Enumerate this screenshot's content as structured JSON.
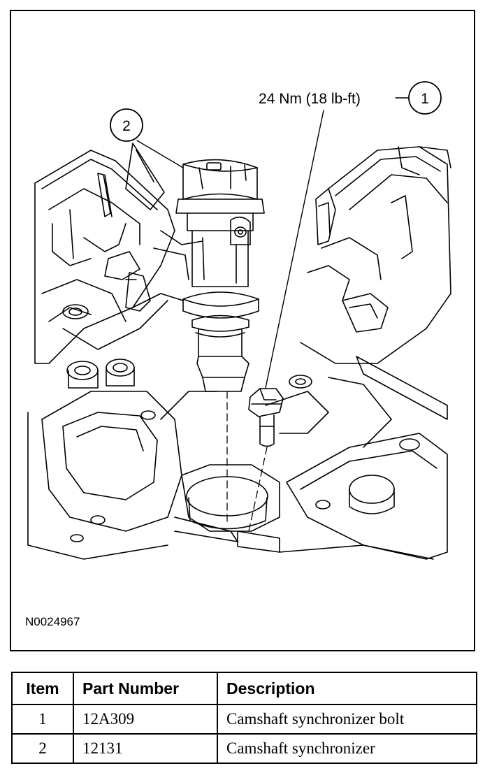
{
  "figure": {
    "id": "N0024967",
    "torque_label": "24 Nm (18 lb-ft)",
    "callouts": [
      {
        "number": "1",
        "refers_to": "Camshaft synchronizer bolt"
      },
      {
        "number": "2",
        "refers_to": "Camshaft synchronizer"
      }
    ]
  },
  "table": {
    "headers": {
      "item": "Item",
      "part_number": "Part Number",
      "description": "Description"
    },
    "rows": [
      {
        "item": "1",
        "part_number": "12A309",
        "description": "Camshaft synchronizer bolt"
      },
      {
        "item": "2",
        "part_number": "12131",
        "description": "Camshaft synchronizer"
      }
    ]
  }
}
